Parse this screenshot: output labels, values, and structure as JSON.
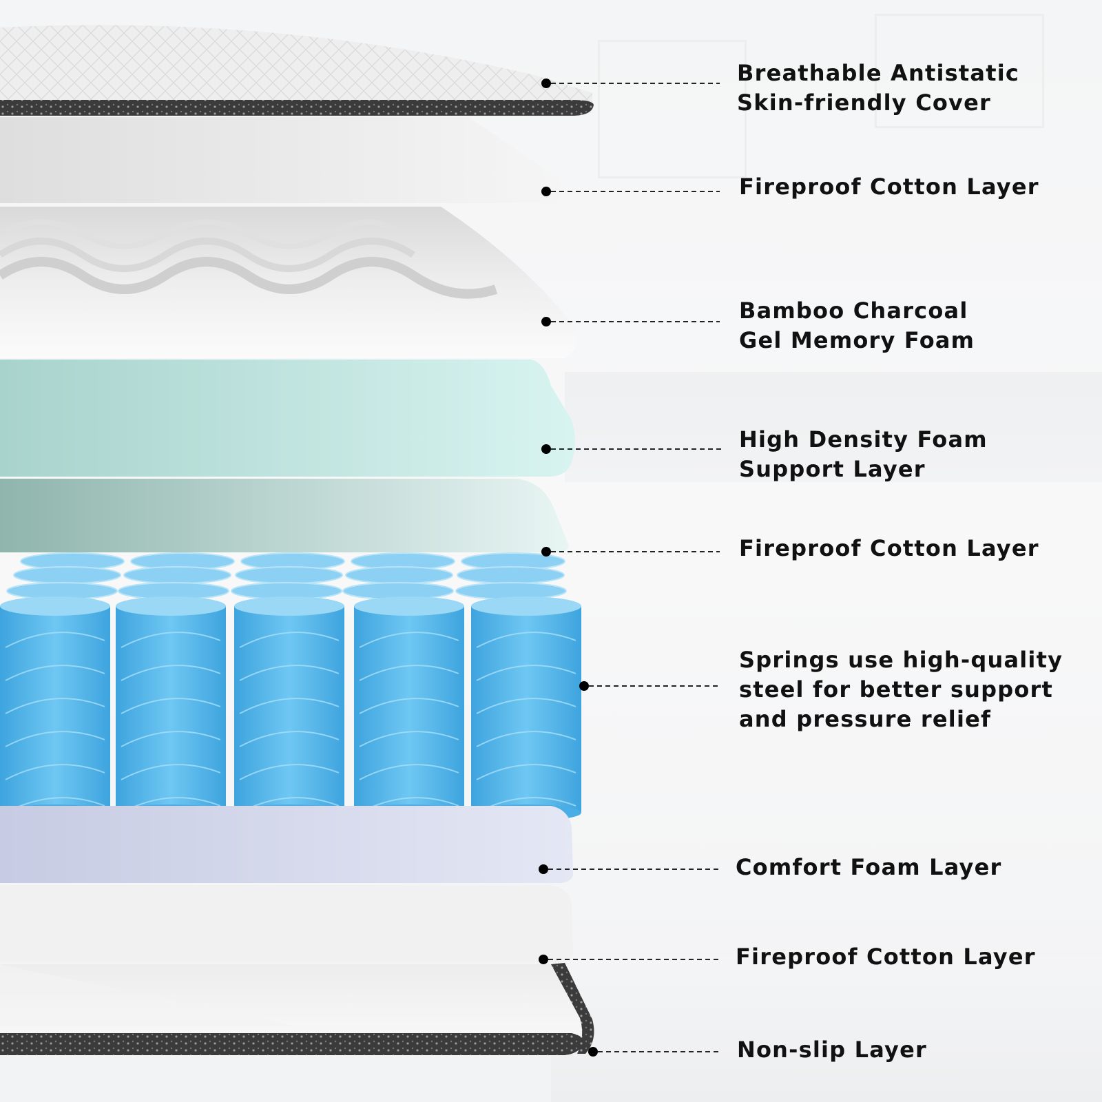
{
  "colors": {
    "text": "#111111",
    "dot": "#000000",
    "cover": "#eeeeee",
    "cover_edge": "#3a3a3a",
    "cotton": "#f3f3f3",
    "memory_foam": "#f0f0f0",
    "support_foam": "#c9ece8",
    "springs": "#4fb6ec",
    "comfort_foam": "#d9dcef"
  },
  "labels": [
    {
      "id": "cover",
      "text": "Breathable Antistatic\nSkin-friendly Cover"
    },
    {
      "id": "cotton-1",
      "text": "Fireproof Cotton Layer"
    },
    {
      "id": "memory-foam",
      "text": "Bamboo Charcoal\nGel Memory Foam"
    },
    {
      "id": "support-foam",
      "text": "High Density Foam\nSupport Layer"
    },
    {
      "id": "cotton-2",
      "text": "Fireproof Cotton Layer"
    },
    {
      "id": "springs",
      "text": "Springs use high-quality\nsteel for better support\nand pressure relief"
    },
    {
      "id": "comfort-foam",
      "text": "Comfort Foam Layer"
    },
    {
      "id": "cotton-3",
      "text": "Fireproof Cotton Layer"
    },
    {
      "id": "non-slip",
      "text": "Non-slip Layer"
    }
  ]
}
